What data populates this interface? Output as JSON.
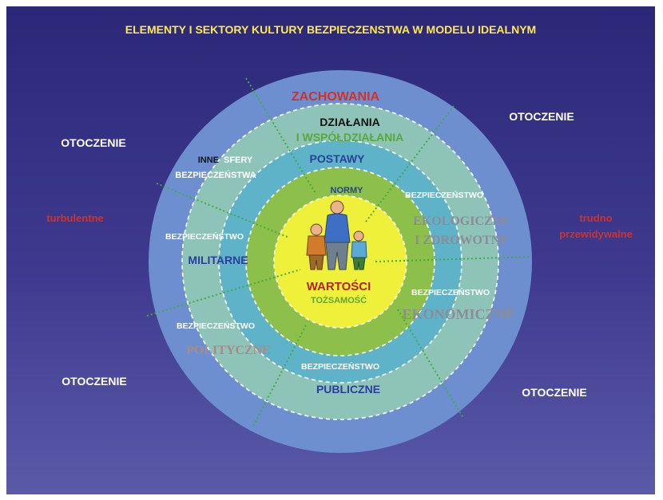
{
  "title": "ELEMENTY I SEKTORY KULTURY BEZPIECZENSTWA W MODELU IDEALNYM",
  "surroundings": {
    "top_left": "OTOCZENIE",
    "top_right": "OTOCZENIE",
    "bottom_left": "OTOCZENIE",
    "bottom_right": "OTOCZENIE",
    "left_note": "turbulentne",
    "right_note_line1": "trudno",
    "right_note_line2": "przewidywalne"
  },
  "rings": {
    "behaviors": "ZACHOWANIA",
    "actions_line1": "DZIAŁANIA",
    "actions_line2": "I WSPÓŁDZIAŁANIA",
    "attitudes": "POSTAWY",
    "norms": "NORMY",
    "values": "WARTOŚCI",
    "identity": "TOŻSAMOŚĆ"
  },
  "sectors": {
    "other_line1_a": "INNE",
    "other_line1_b": "SFERY",
    "other_line2": "BEZPIECZEŃSTWA",
    "military_label": "BEZPIECZEŃSTWO",
    "military_name": "MILITARNE",
    "ecological_label": "BEZPIECZEŃSTWO",
    "ecological_name_line1": "EKOLOGICZNE",
    "ecological_name_line2": "I ZDROWOTNE",
    "economic_label": "BEZPIECZEŃSTWO",
    "economic_name": "EKONOMICZNE",
    "political_label": "BEZPIECZEŃSTWO",
    "political_name": "POLITYCZNE",
    "public_label": "BEZPIECZEŃSTWO",
    "public_name": "PUBLICZNE"
  },
  "colors": {
    "background": "#2b2878",
    "outer_ring": "#6d8fd0",
    "second_ring": "#8ec3b8",
    "third_ring": "#5fb3c8",
    "fourth_ring": "#8dc04a",
    "core": "#eef03a",
    "title": "#ffe94a",
    "red_text": "#d0322a",
    "divider": "#3fae3c"
  },
  "icons": [
    "family-clipart"
  ]
}
